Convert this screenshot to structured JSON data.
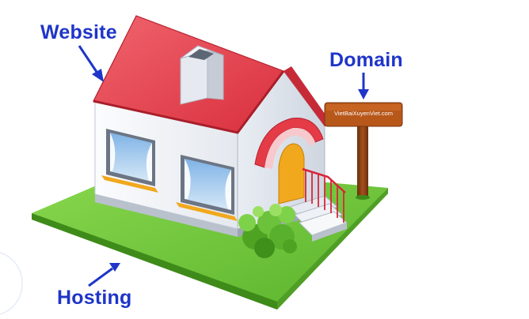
{
  "labels": {
    "website": "Website",
    "domain": "Domain",
    "hosting": "Hosting"
  },
  "sign": {
    "text": "VietBaiXuyenViet.com"
  },
  "colors": {
    "label_blue": "#1f35c9",
    "roof_red": "#e43b47",
    "lawn_green": "#6dc73c",
    "wall_white": "#f2f4f8",
    "sign_brown": "#b8571a",
    "door_yellow": "#f1a81d"
  },
  "icons": [
    "arrow-down-left-icon",
    "arrow-down-icon",
    "arrow-up-right-icon"
  ]
}
